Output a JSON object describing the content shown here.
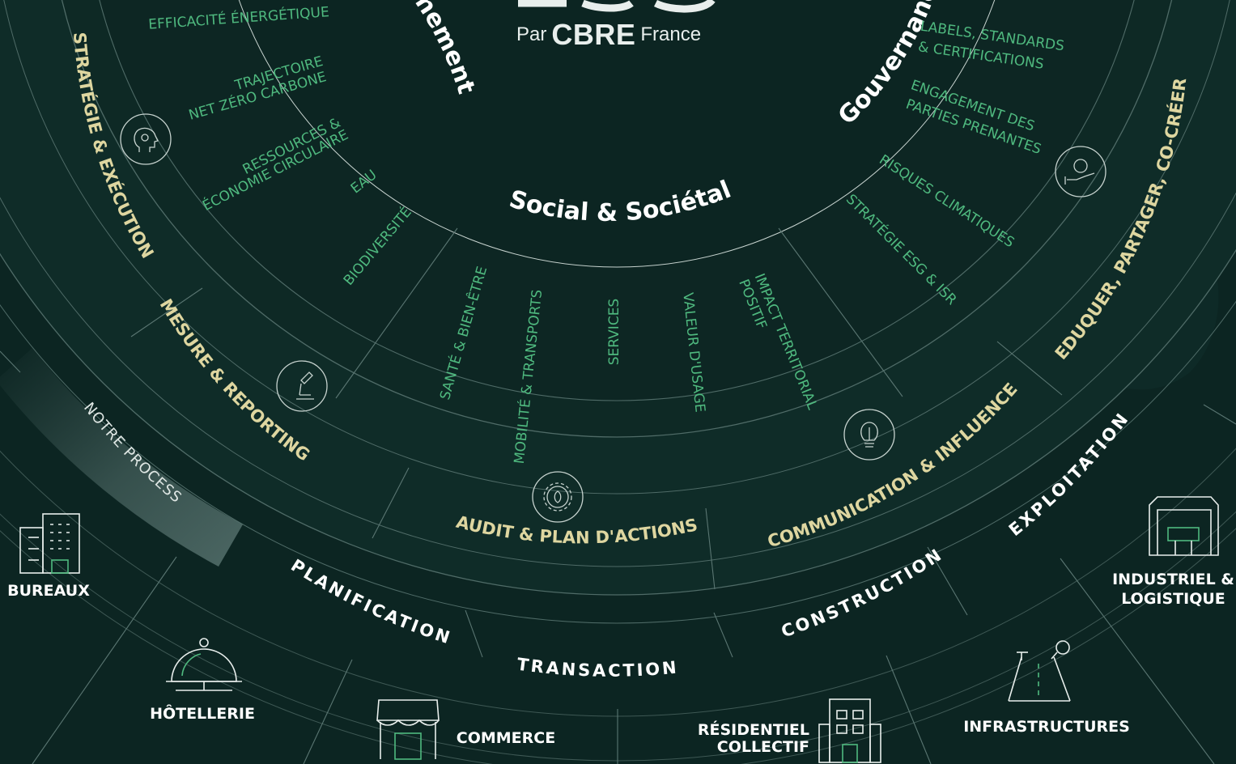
{
  "brand": {
    "par": "Par",
    "company": "CBRE",
    "country": "France"
  },
  "pillars": {
    "environment": "Environnement",
    "social": "Social & Sociétal",
    "governance": "Gouvernance"
  },
  "environment_topics": [
    "EFFICACITÉ ÉNERGÉTIQUE",
    "TRAJECTOIRE",
    "NET ZÉRO CARBONE",
    "RESSOURCES &",
    "ÉCONOMIE CIRCULAIRE",
    "EAU",
    "BIODIVERSITÉ"
  ],
  "social_topics": [
    "SANTÉ & BIEN-ÊTRE",
    "MOBILITÉ & TRANSPORTS",
    "SERVICES",
    "VALEUR D'USAGE",
    "IMPACT TERRITORIAL",
    "POSITIF"
  ],
  "governance_topics": [
    "LABELS, STANDARDS",
    "& CERTIFICATIONS",
    "ENGAGEMENT DES",
    "PARTIES PRENANTES",
    "RISQUES CLIMATIQUES",
    "STRATÉGIE ESG & ISR"
  ],
  "services": [
    "STRATÉGIE & EXÉCUTION",
    "MESURE & REPORTING",
    "AUDIT & PLAN D'ACTIONS",
    "COMMUNICATION & INFLUENCE",
    "EDUQUER, PARTAGER,  CO-CRÉER"
  ],
  "process": {
    "title": "NOTRE PROCESS",
    "steps": [
      "PLANIFICATION",
      "TRANSACTION",
      "CONSTRUCTION",
      "EXPLOITATION"
    ]
  },
  "asset_classes": {
    "bureaux": "BUREAUX",
    "hotellerie": "HÔTELLERIE",
    "commerce": "COMMERCE",
    "residentiel_line1": "RÉSIDENTIEL",
    "residentiel_line2": "COLLECTIF",
    "infrastructures": "INFRASTRUCTURES",
    "industriel_line1": "INDUSTRIEL &",
    "industriel_line2": "LOGISTIQUE"
  },
  "icons": [
    "head-gear-icon",
    "hand-globe-icon",
    "microscope-icon",
    "gear-leaf-icon",
    "lightbulb-icon",
    "office-building-icon",
    "cloche-icon",
    "shop-icon",
    "apartment-building-icon",
    "road-icon",
    "warehouse-icon"
  ],
  "colors": {
    "background": "#0c2522",
    "ring": "#143531",
    "white": "#ffffff",
    "green_topic": "#4fb97f",
    "cream_service": "#ded6a0",
    "line": "#5a7672"
  }
}
